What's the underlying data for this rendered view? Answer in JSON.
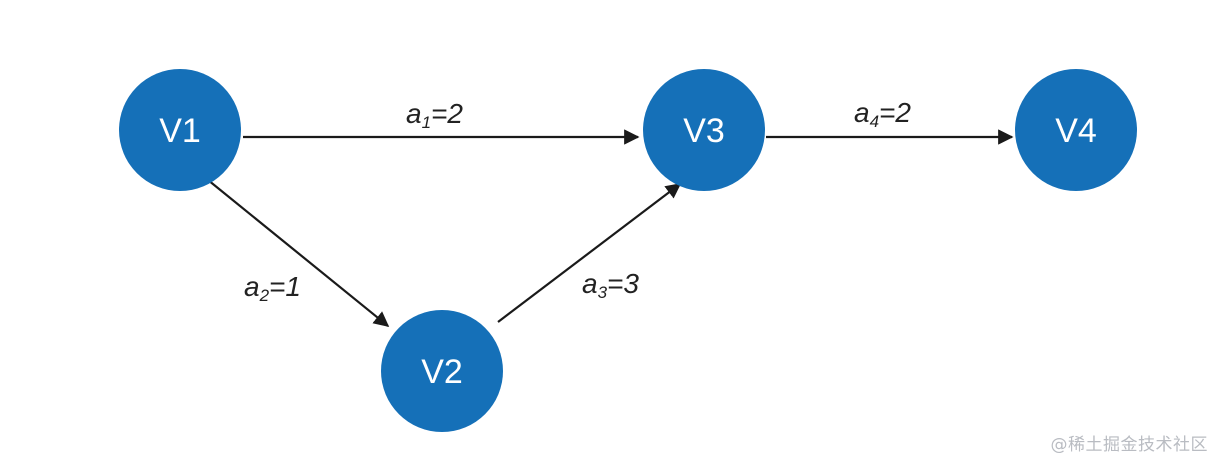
{
  "nodes": [
    {
      "id": "v1",
      "label": "V1"
    },
    {
      "id": "v2",
      "label": "V2"
    },
    {
      "id": "v3",
      "label": "V3"
    },
    {
      "id": "v4",
      "label": "V4"
    }
  ],
  "edges": [
    {
      "id": "a1",
      "from": "v1",
      "to": "v3",
      "var": "a",
      "sub": "1",
      "value": "=2"
    },
    {
      "id": "a2",
      "from": "v1",
      "to": "v2",
      "var": "a",
      "sub": "2",
      "value": "=1"
    },
    {
      "id": "a3",
      "from": "v2",
      "to": "v3",
      "var": "a",
      "sub": "3",
      "value": "=3"
    },
    {
      "id": "a4",
      "from": "v3",
      "to": "v4",
      "var": "a",
      "sub": "4",
      "value": "=2"
    }
  ],
  "colors": {
    "node_fill": "#1570b8",
    "node_text": "#ffffff",
    "edge": "#1a1a1a"
  },
  "watermark": "@稀土掘金技术社区"
}
